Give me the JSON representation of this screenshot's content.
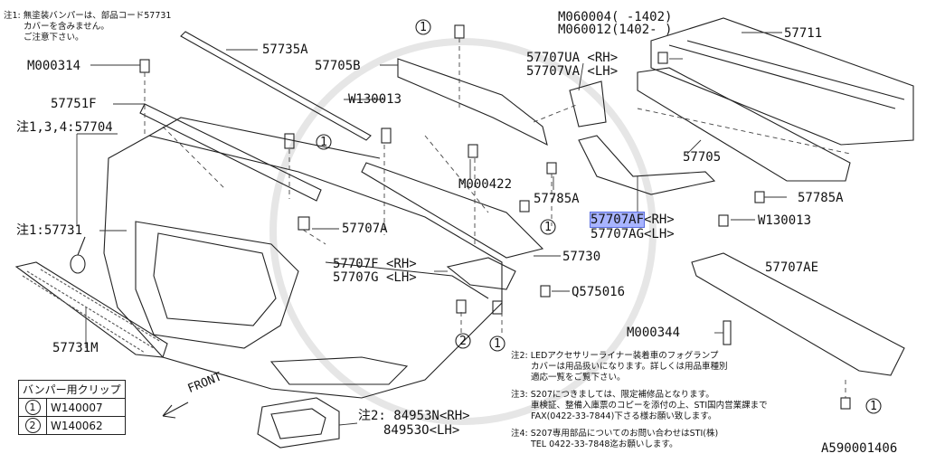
{
  "notes": {
    "n1_l1": "注1: 無塗装バンパーは、部品コード57731",
    "n1_l2": "カバーを含みません。",
    "n1_l3": "ご注意下さい。",
    "n2_l1": "注2: LEDアクセサリーライナー装着車のフォグランプ",
    "n2_l2": "カバーは用品扱いになります。詳しくは用品車種別",
    "n2_l3": "適応一覧をご覧下さい。",
    "n3_l1": "注3: S207につきましては、限定補修品となります。",
    "n3_l2": "車検証、整備入庫票のコピーを添付の上、STI国内営業課まで",
    "n3_l3": "FAX(0422-33-7844)下さる様お願い致します。",
    "n4_l1": "注4: S207専用部品についてのお問い合わせはSTI(株)",
    "n4_l2": "TEL 0422-33-7848迄お願いします。"
  },
  "labels": {
    "m060004": "M060004(    -1402)",
    "m060012": "M060012(1402-    )",
    "p57711": "57711",
    "p57735a": "57735A",
    "m000314": "M000314",
    "p57705b": "57705B",
    "p57707ua": "57707UA <RH>",
    "p57707va": "57707VA <LH>",
    "p57751f": "57751F",
    "w130013a": "W130013",
    "p57704": "注1,3,4:57704",
    "p57705": "57705",
    "m000422": "M000422",
    "p57785a_1": "57785A",
    "p57785a_2": "57785A",
    "p57707af": "57707AF",
    "p57707af_rh": "<RH>",
    "p57707ag": "57707AG<LH>",
    "w130013b": "W130013",
    "p57731": "注1:57731",
    "p57707a": "57707A",
    "p57730": "57730",
    "p57707f": "57707F <RH>",
    "p57707g": "57707G <LH>",
    "q575016": "Q575016",
    "p57707ae": "57707AE",
    "m000344": "M000344",
    "p57731m": "57731M",
    "p84953n": "注2: 84953N<RH>",
    "p84953o": "84953O<LH>",
    "front": "FRONT",
    "diagram_code": "A590001406",
    "c1": "1",
    "c2": "2"
  },
  "clip_table": {
    "header": "バンパー用クリップ",
    "rows": [
      {
        "ref": "1",
        "part": "W140007"
      },
      {
        "ref": "2",
        "part": "W140062"
      }
    ]
  },
  "highlight_color": "#a8b4ff"
}
